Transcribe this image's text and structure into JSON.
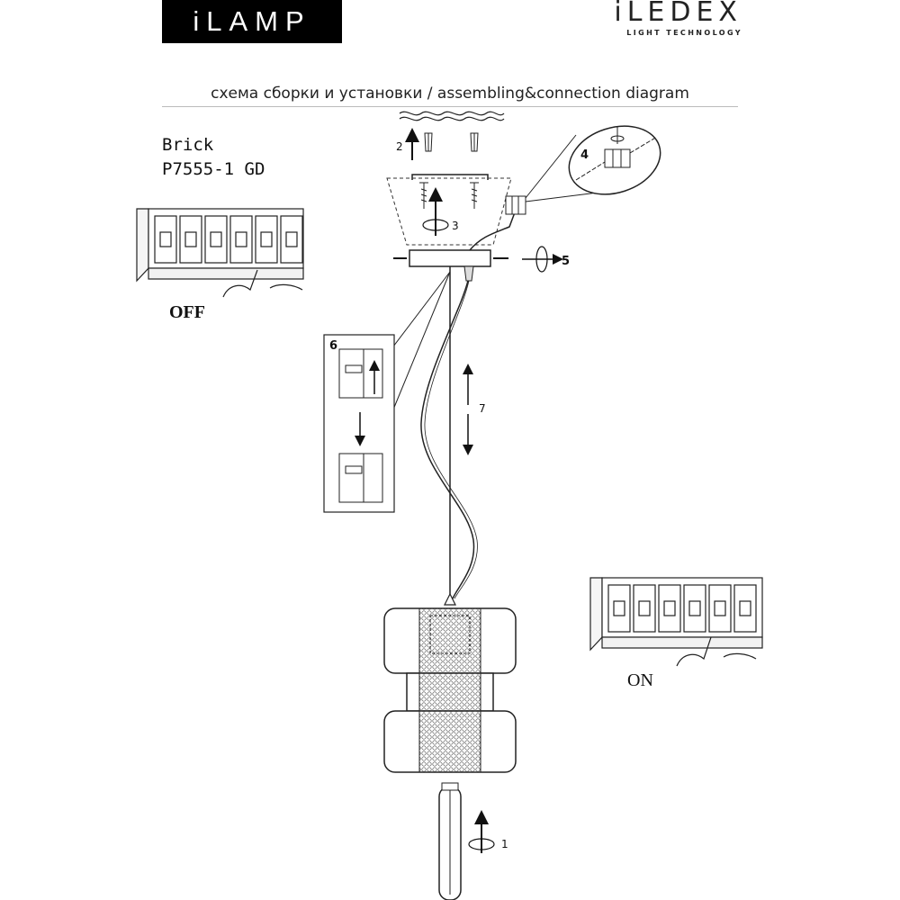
{
  "brand": {
    "left_logo": "iLAMP",
    "right_logo": "iLEDEX",
    "right_tagline": "LIGHT TECHNOLOGY"
  },
  "header": {
    "title": "схема сборки и установки / assembling&connection diagram"
  },
  "product": {
    "name": "Brick",
    "code": "P7555-1 GD"
  },
  "switch_states": {
    "off": "OFF",
    "on": "ON"
  },
  "steps": {
    "s1": "1",
    "s2": "2",
    "s3": "3",
    "s4": "4",
    "s5": "5",
    "s6": "6",
    "s7": "7"
  },
  "colors": {
    "line": "#1a1a1a",
    "logo_bg": "#000000",
    "fill_light": "#f5f5f5"
  }
}
